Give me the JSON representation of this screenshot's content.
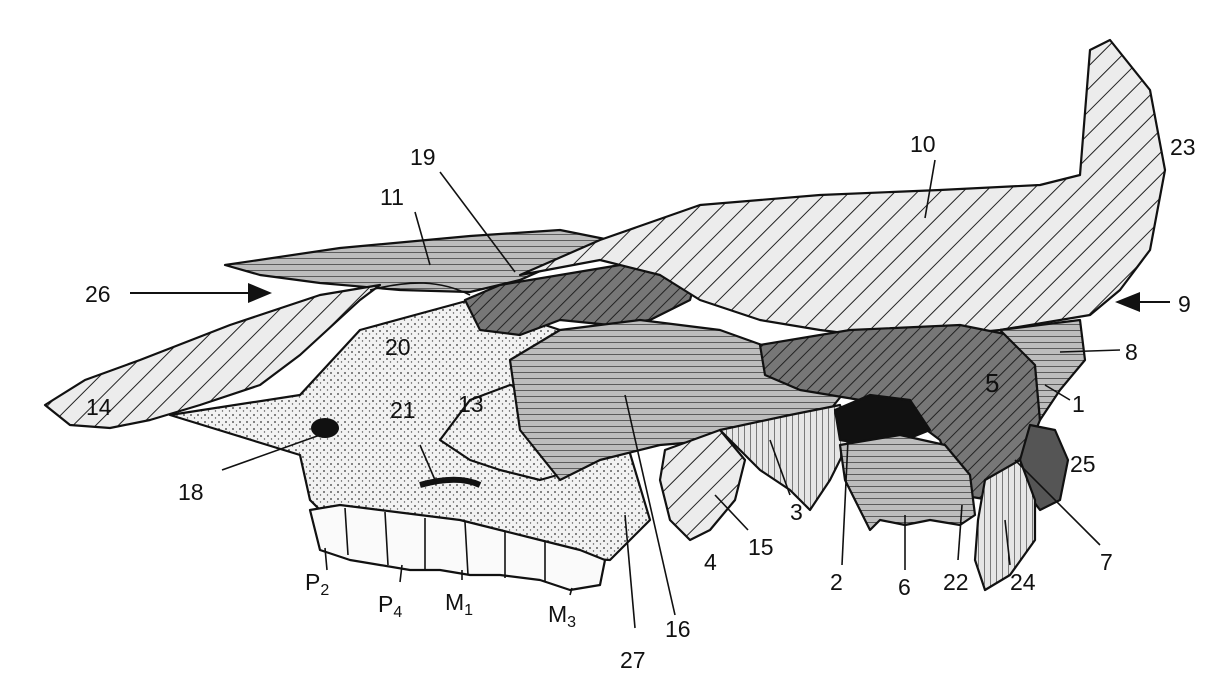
{
  "figure": {
    "colors": {
      "ink": "#111111",
      "dark_shade": "#6e6e6e",
      "mid_shade": "#a9a9a9",
      "light_shade": "#dcdcdc",
      "background": "#ffffff"
    }
  },
  "labels": [
    {
      "id": "1",
      "text": "1"
    },
    {
      "id": "2",
      "text": "2"
    },
    {
      "id": "3",
      "text": "3"
    },
    {
      "id": "4",
      "text": "4"
    },
    {
      "id": "5",
      "text": "5"
    },
    {
      "id": "6",
      "text": "6"
    },
    {
      "id": "7",
      "text": "7"
    },
    {
      "id": "8",
      "text": "8"
    },
    {
      "id": "9",
      "text": "9"
    },
    {
      "id": "10",
      "text": "10"
    },
    {
      "id": "11",
      "text": "11"
    },
    {
      "id": "13",
      "text": "13"
    },
    {
      "id": "14",
      "text": "14"
    },
    {
      "id": "15",
      "text": "15"
    },
    {
      "id": "16",
      "text": "16"
    },
    {
      "id": "18",
      "text": "18"
    },
    {
      "id": "19",
      "text": "19"
    },
    {
      "id": "20",
      "text": "20"
    },
    {
      "id": "21",
      "text": "21"
    },
    {
      "id": "22",
      "text": "22"
    },
    {
      "id": "23",
      "text": "23"
    },
    {
      "id": "24",
      "text": "24"
    },
    {
      "id": "25",
      "text": "25"
    },
    {
      "id": "26",
      "text": "26"
    },
    {
      "id": "27",
      "text": "27"
    }
  ],
  "teeth": [
    {
      "id": "P2",
      "letter": "P",
      "sub": "2"
    },
    {
      "id": "P4",
      "letter": "P",
      "sub": "4"
    },
    {
      "id": "M1",
      "letter": "M",
      "sub": "1"
    },
    {
      "id": "M3",
      "letter": "M",
      "sub": "3"
    }
  ]
}
